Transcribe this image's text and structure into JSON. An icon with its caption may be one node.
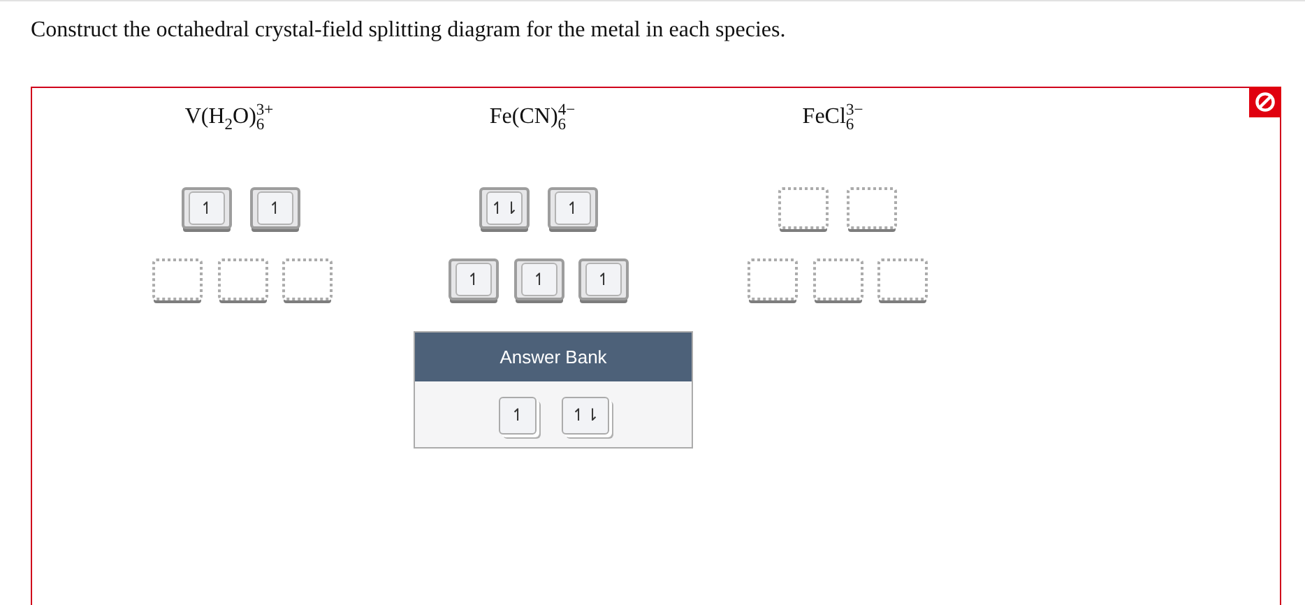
{
  "diagram": {
    "title": "Construct the octahedral crystal-field splitting diagram for the metal in each species.",
    "nodes": [
      {
        "text": [
          "↿"
        ]
      },
      {
        "text": [
          "↿"
        ]
      },
      {
        "text": [],
        "shape": "box"
      },
      {
        "text": [],
        "shape": "box"
      },
      {
        "text": [],
        "shape": "box"
      },
      {
        "text": [
          "↿⇂"
        ]
      },
      {
        "text": [
          "↿"
        ]
      },
      {
        "text": [
          "↿"
        ]
      },
      {
        "text": [
          "↿"
        ]
      },
      {
        "text": [
          "↿"
        ]
      },
      {
        "text": [],
        "shape": "box"
      },
      {
        "text": [],
        "shape": "box"
      },
      {
        "text": [],
        "shape": "box"
      },
      {
        "text": [],
        "shape": "box"
      },
      {
        "text": [],
        "shape": "box"
      },
      {
        "text": [
          "Answer Bank"
        ]
      },
      {
        "text": [
          "↿"
        ],
        "in": 15
      },
      {
        "text": [
          "↿⇂"
        ],
        "in": 15
      }
    ],
    "labels": [
      "V(H$_{2}$O)$_{6}$$^{3+}$",
      "Fe(CN)$_{6}$$^{4−}$",
      "FeCl$_{6}$$^{3−}$"
    ]
  }
}
